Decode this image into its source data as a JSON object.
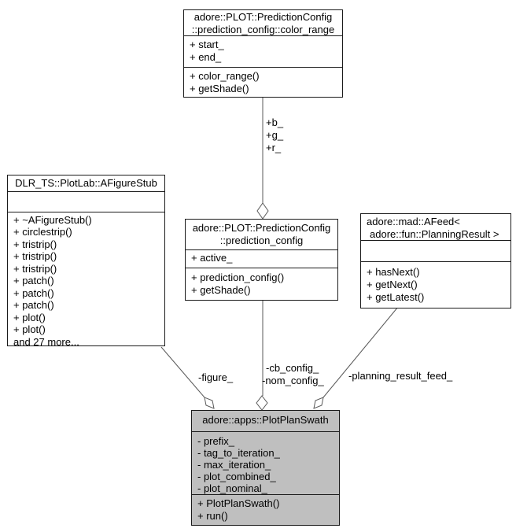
{
  "diagram": {
    "classes": {
      "color_range": {
        "title_lines": [
          "adore::PLOT::PredictionConfig",
          "::prediction_config::color_range"
        ],
        "attributes": [
          "+ start_",
          "+ end_"
        ],
        "methods": [
          "+ color_range()",
          "+ getShade()"
        ]
      },
      "afigurestub": {
        "title_lines": [
          "DLR_TS::PlotLab::AFigureStub"
        ],
        "attributes": [],
        "methods": [
          "+ ~AFigureStub()",
          "+ circlestrip()",
          "+ tristrip()",
          "+ tristrip()",
          "+ tristrip()",
          "+ patch()",
          "+ patch()",
          "+ patch()",
          "+ plot()",
          "+ plot()",
          "and 27 more..."
        ]
      },
      "prediction_config": {
        "title_lines": [
          "adore::PLOT::PredictionConfig",
          "::prediction_config"
        ],
        "attributes": [
          "+ active_"
        ],
        "methods": [
          "+ prediction_config()",
          "+ getShade()"
        ]
      },
      "afeed": {
        "title_lines": [
          "adore::mad::AFeed<",
          "adore::fun::PlanningResult >"
        ],
        "attributes": [],
        "methods": [
          "+ hasNext()",
          "+ getNext()",
          "+ getLatest()"
        ]
      },
      "plotplanswath": {
        "title_lines": [
          "adore::apps::PlotPlanSwath"
        ],
        "attributes": [
          "- prefix_",
          "- tag_to_iteration_",
          "- max_iteration_",
          "- plot_combined_",
          "- plot_nominal_"
        ],
        "methods": [
          "+ PlotPlanSwath()",
          "+ run()"
        ]
      }
    },
    "edge_labels": {
      "bgr": [
        "+b_",
        "+g_",
        "+r_"
      ],
      "figure": "-figure_",
      "cb_nom": [
        "-cb_config_",
        "-nom_config_"
      ],
      "planning": "-planning_result_feed_"
    },
    "colors": {
      "highlight_fill": "#bfbfbf",
      "box_fill": "#ffffff",
      "border": "#1a1a1a",
      "edge": "#5a5a5a"
    }
  }
}
